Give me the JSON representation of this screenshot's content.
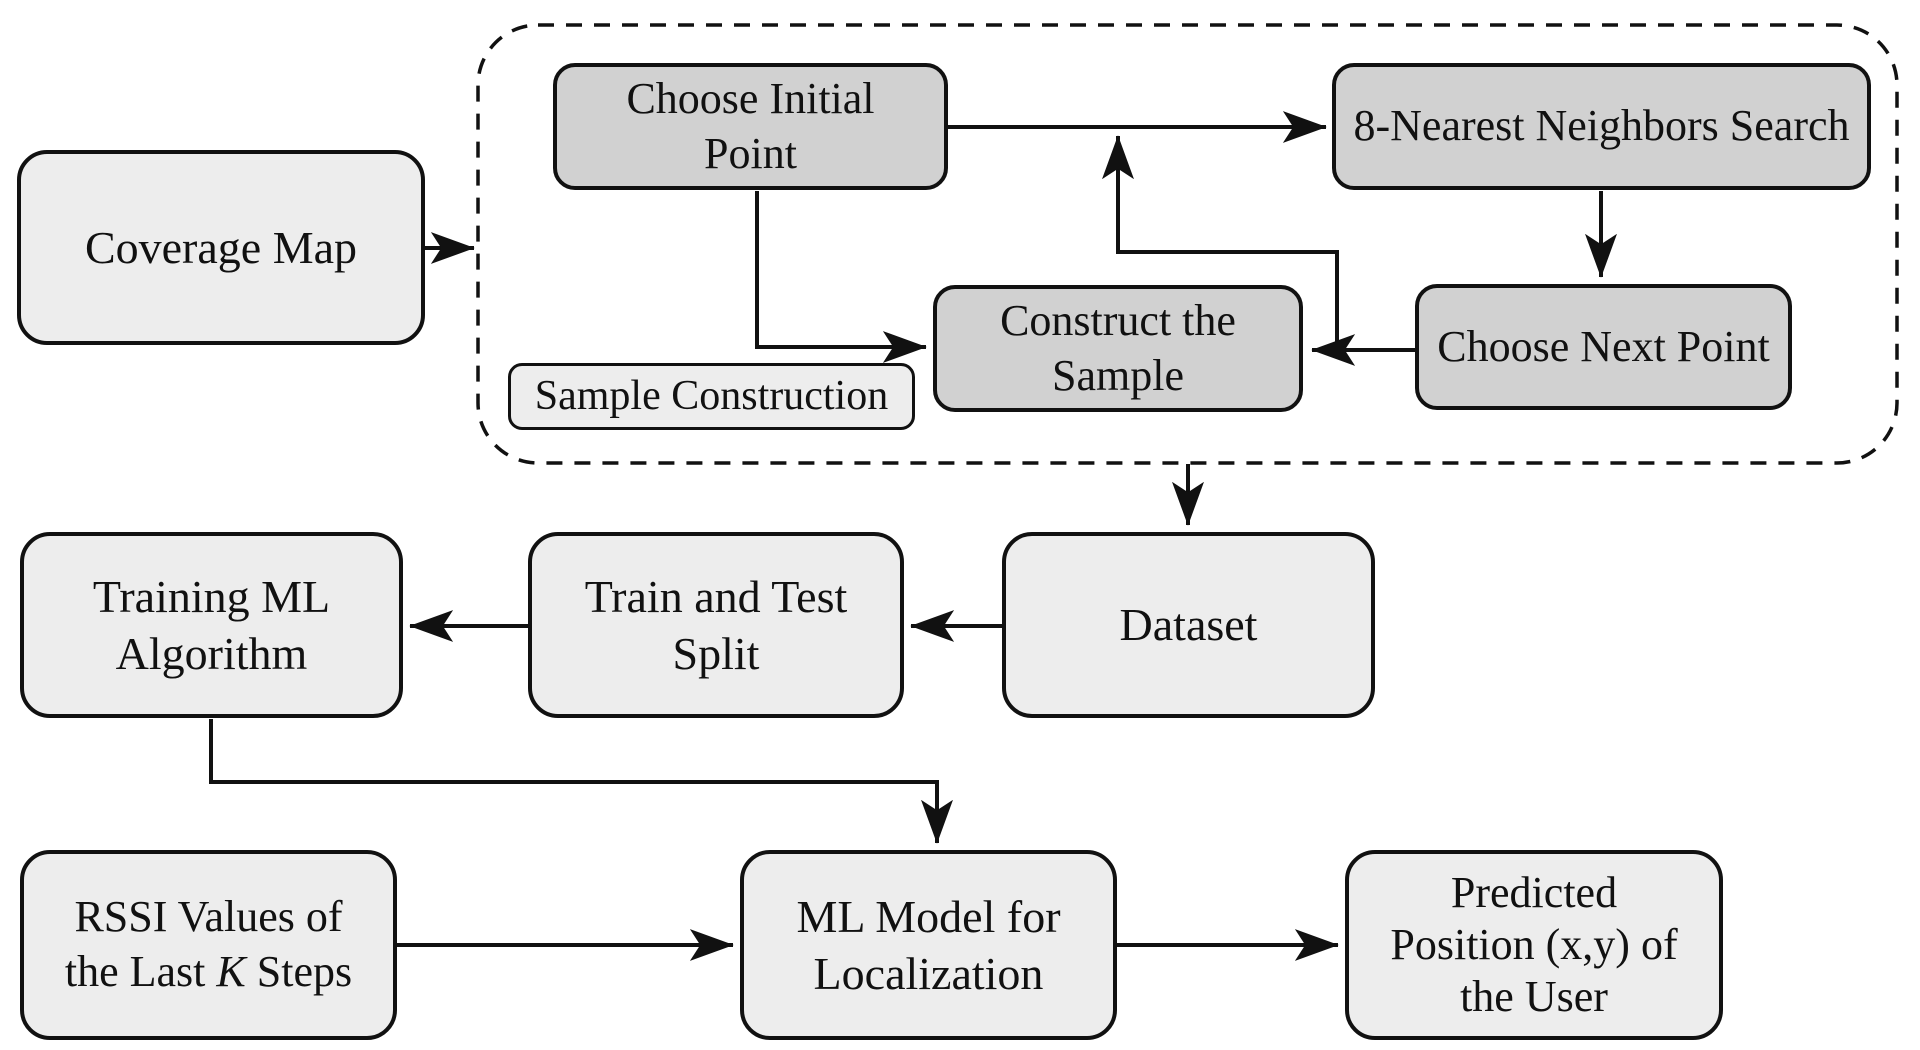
{
  "diagram": {
    "colors": {
      "background": "#ffffff",
      "box_light": "#ededed",
      "box_dark": "#d1d1d1",
      "line": "#111111"
    },
    "boxes": {
      "coverage_map": "Coverage Map",
      "choose_initial_point": "Choose Initial\nPoint",
      "nearest_neighbors": "8-Nearest Neighbors Search",
      "construct_sample": "Construct the\nSample",
      "choose_next_point": "Choose Next Point",
      "sample_construction_label": "Sample Construction",
      "dataset": "Dataset",
      "train_test_split": "Train and Test\nSplit",
      "training_ml": "Training ML\nAlgorithm",
      "rssi_part1": "RSSI Values of\nthe Last ",
      "rssi_k": "K",
      "rssi_part2": " Steps",
      "ml_model": "ML Model for\nLocalization",
      "predicted_position": "Predicted\nPosition (x,y) of\nthe User"
    }
  }
}
